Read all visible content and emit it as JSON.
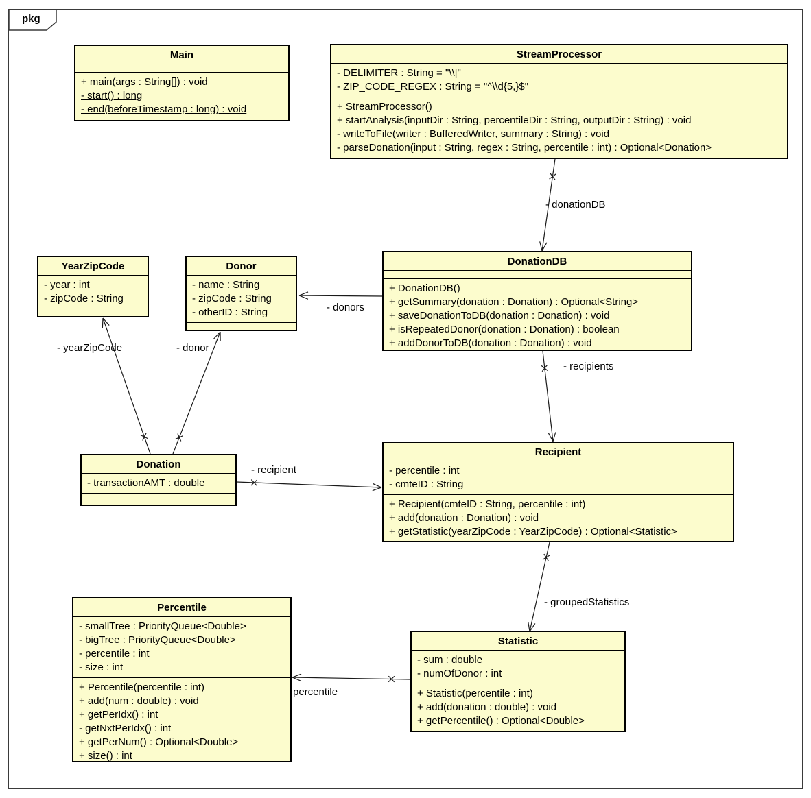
{
  "frame": {
    "tab_label": "pkg"
  },
  "colors": {
    "class_fill": "#fcfccd",
    "class_border": "#000000",
    "frame_border": "#3a3a3a",
    "line": "#1a1a1a"
  },
  "classes": {
    "main": {
      "title": "Main",
      "attributes": [],
      "methods": [
        "+ main(args : String[]) : void",
        "- start() : long",
        "- end(beforeTimestamp : long) : void"
      ]
    },
    "stream_processor": {
      "title": "StreamProcessor",
      "attributes": [
        "- DELIMITER : String = \"\\\\|\"",
        "- ZIP_CODE_REGEX : String = \"^\\\\d{5,}$\""
      ],
      "methods": [
        "+ StreamProcessor()",
        "+ startAnalysis(inputDir : String, percentileDir : String, outputDir : String) : void",
        "- writeToFile(writer : BufferedWriter, summary : String) : void",
        "- parseDonation(input : String, regex : String, percentile : int) : Optional<Donation>"
      ]
    },
    "year_zip_code": {
      "title": "YearZipCode",
      "attributes": [
        "- year : int",
        "- zipCode : String"
      ],
      "methods": []
    },
    "donor": {
      "title": "Donor",
      "attributes": [
        "- name : String",
        "- zipCode : String",
        "- otherID : String"
      ],
      "methods": []
    },
    "donation_db": {
      "title": "DonationDB",
      "attributes": [],
      "methods": [
        "+ DonationDB()",
        "+ getSummary(donation : Donation) : Optional<String>",
        "+ saveDonationToDB(donation : Donation) : void",
        "+ isRepeatedDonor(donation : Donation) : boolean",
        "+ addDonorToDB(donation : Donation) : void"
      ]
    },
    "donation": {
      "title": "Donation",
      "attributes": [
        "- transactionAMT : double"
      ],
      "methods": []
    },
    "recipient": {
      "title": "Recipient",
      "attributes": [
        "- percentile : int",
        "- cmteID : String"
      ],
      "methods": [
        "+ Recipient(cmteID : String, percentile : int)",
        "+ add(donation : Donation) : void",
        "+ getStatistic(yearZipCode : YearZipCode) : Optional<Statistic>"
      ]
    },
    "percentile": {
      "title": "Percentile",
      "attributes": [
        "- smallTree : PriorityQueue<Double>",
        "- bigTree : PriorityQueue<Double>",
        "- percentile : int",
        "- size : int"
      ],
      "methods": [
        "+ Percentile(percentile : int)",
        "+ add(num : double) : void",
        "+ getPerIdx() : int",
        "- getNxtPerIdx() : int",
        "+ getPerNum() : Optional<Double>",
        "+ size() : int"
      ]
    },
    "statistic": {
      "title": "Statistic",
      "attributes": [
        "- sum : double",
        "- numOfDonor : int"
      ],
      "methods": [
        "+ Statistic(percentile : int)",
        "+ add(donation : double) : void",
        "+ getPercentile() : Optional<Double>"
      ]
    }
  },
  "associations": [
    {
      "label": "- donationDB"
    },
    {
      "label": "- donors"
    },
    {
      "label": "- recipients"
    },
    {
      "label": "- yearZipCode"
    },
    {
      "label": "- donor"
    },
    {
      "label": "- recipient"
    },
    {
      "label": "- groupedStatistics"
    },
    {
      "label": "percentile"
    }
  ]
}
